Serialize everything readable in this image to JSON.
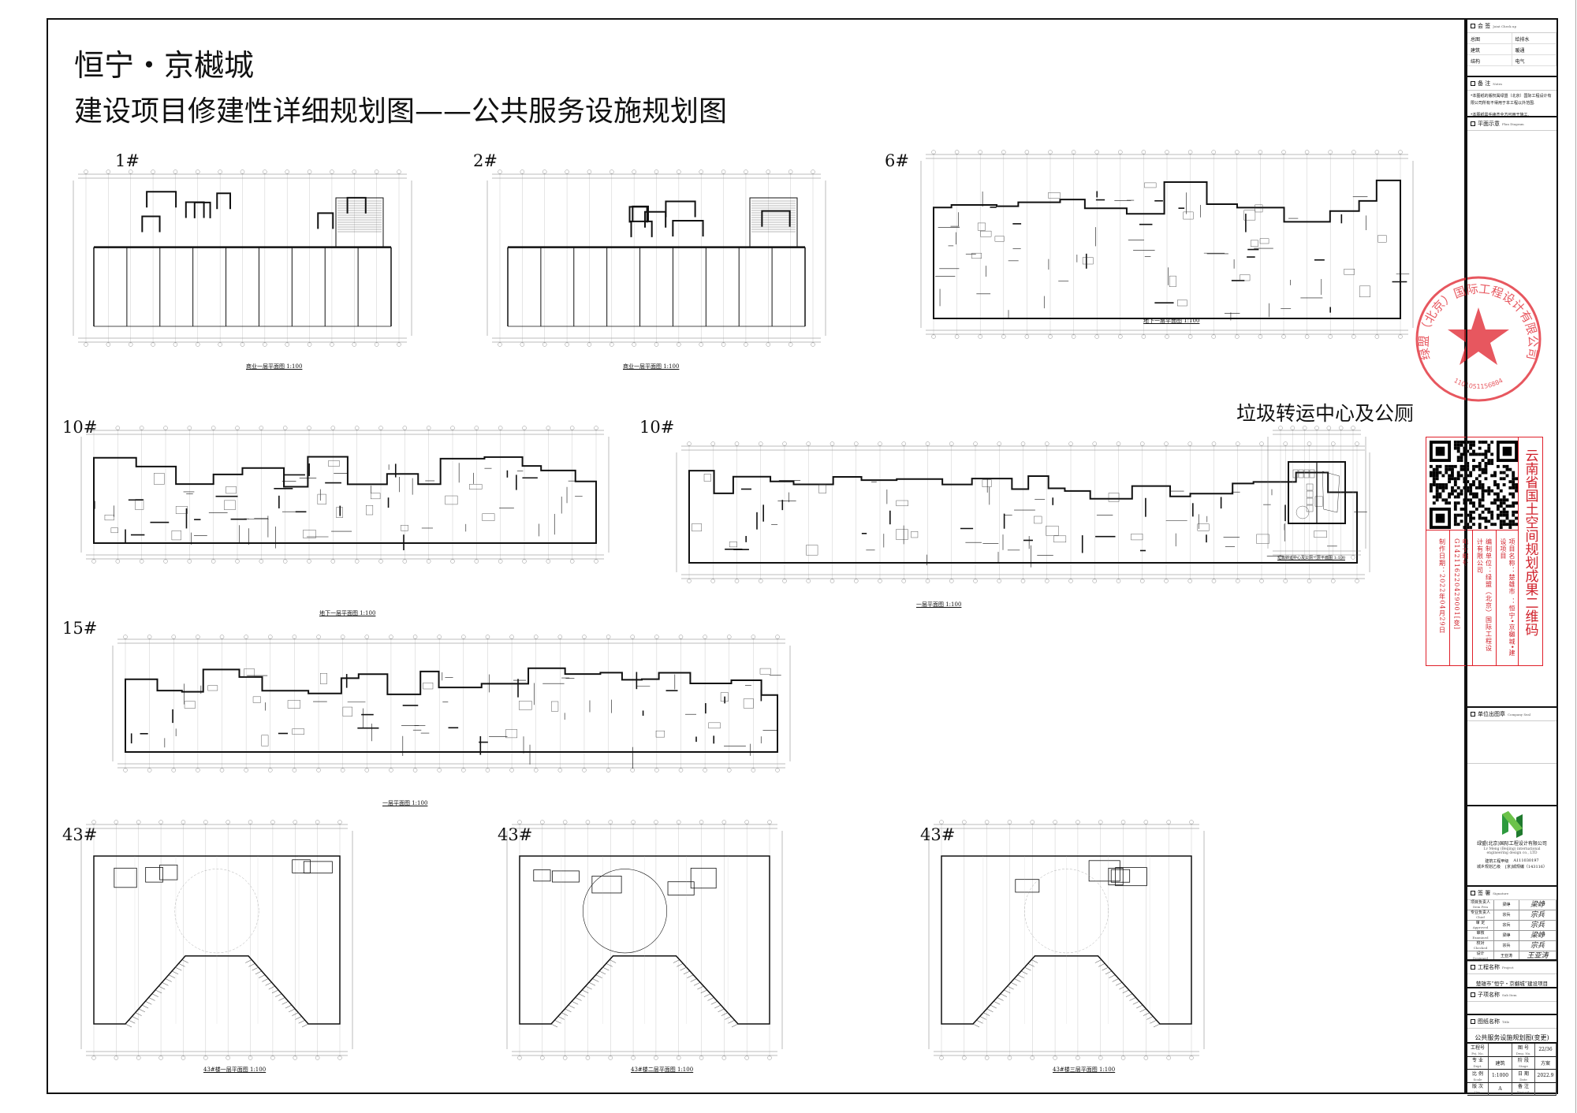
{
  "header": {
    "title_line1": "恒宁・京樾城",
    "title_line2": "建设项目修建性详细规划图——公共服务设施规划图"
  },
  "buildings": [
    {
      "label": "1#",
      "caption": "商业一层平面图 1:100"
    },
    {
      "label": "2#",
      "caption": "商业一层平面图 1:100"
    },
    {
      "label": "6#",
      "caption": "地下一层平面图 1:100"
    },
    {
      "label": "10#",
      "caption": "地下一层平面图 1:100"
    },
    {
      "label": "10#",
      "caption": "一层平面图 1:100"
    },
    {
      "label": "15#",
      "caption": "一层平面图 1:100"
    },
    {
      "label": "43#",
      "caption": "43#楼一层平面图 1:100"
    },
    {
      "label": "43#",
      "caption": "43#楼二层平面图 1:100"
    },
    {
      "label": "43#",
      "caption": "43#楼三层平面图 1:100"
    }
  ],
  "garbage": {
    "label": "垃圾转运中心及公厕",
    "caption": "垃圾转运中心及公厕一层平面图 1:100"
  },
  "qr_panel": {
    "title": "云南省国土空间规划成果二维码",
    "project": "项目名称：楚雄市 ：恒宁•京樾城•建设项目",
    "unit": "编制单位：绿盟（北京）国际工程设计有限公司",
    "code": "电子编号：G142116220429001[变]",
    "date": "制作日期：2022年04月29日"
  },
  "stamp": {
    "text": "绿盟（北京）国际工程设计有限公司",
    "number": "1101051156884"
  },
  "title_block": {
    "countersign": {
      "title": "会 签",
      "en": "Joint Check up",
      "cells": [
        "总图",
        "给排水",
        "建筑",
        "暖通",
        "结构",
        "电气"
      ]
    },
    "notes": {
      "title": "备 注",
      "en": "Notes",
      "lines": [
        "*本图纸的版权属绿盟（北京）国际工程设计有限公司所有不得用于本工程以外范围.",
        "*本图纸需手续齐全方可用于施工."
      ]
    },
    "plan_diagram": {
      "title": "平面示意",
      "en": "Plan Diagram"
    },
    "company_seal": {
      "title": "单位出图章",
      "en": "Company Seal"
    },
    "company": {
      "name_cn": "绿盟(北京)国际工程设计有限公司",
      "name_en": "Lv Meng (Beijing) international engineering design co., LTD",
      "qual1_label": "建筑工程甲级",
      "qual1_value": "A111030197",
      "qual2_label": "城乡规划乙级",
      "qual2_value": "[京]城规编（143116）",
      "logo_color": "#2e9a3e"
    },
    "signature": {
      "title": "签 署",
      "en": "Signature",
      "rows": [
        {
          "role": "项目负责人",
          "role_en": "Item Prin",
          "name": "梁峥",
          "sign": "梁峥"
        },
        {
          "role": "专业负责人",
          "role_en": "Chief",
          "name": "宗兵",
          "sign": "宗兵"
        },
        {
          "role": "审 定",
          "role_en": "Approved",
          "name": "宗兵",
          "sign": "宗兵"
        },
        {
          "role": "审核",
          "role_en": "Examined",
          "name": "梁峥",
          "sign": "梁峥"
        },
        {
          "role": "校对",
          "role_en": "Checked",
          "name": "宗兵",
          "sign": "宗兵"
        },
        {
          "role": "设计",
          "role_en": "Designed",
          "name": "王亚涛",
          "sign": "王亚涛"
        }
      ]
    },
    "project": {
      "title": "工程名称",
      "en": "Project",
      "value": "楚雄市“恒宁・京樾城”建设项目"
    },
    "sub_item": {
      "title": "子项名称",
      "en": "Sub Item",
      "value": ""
    },
    "drawing": {
      "title": "图纸名称",
      "en": "Title",
      "value": "公共服务设施规划图(变更)"
    },
    "table": [
      [
        "工程号",
        "",
        "图 号",
        "22/36"
      ],
      [
        "专 业",
        "建筑",
        "阶 段",
        "方案"
      ],
      [
        "比 例",
        "1:1000",
        "日 期",
        "2022.9"
      ],
      [
        "版 次",
        "A",
        "备 注",
        ""
      ]
    ],
    "table_en": [
      [
        "Prj. No.",
        "Dwg. No."
      ],
      [
        "Dept.",
        "Stage"
      ],
      [
        "Scale",
        "Date"
      ],
      [
        "Ver.",
        "Remark"
      ]
    ]
  },
  "colors": {
    "stamp_red": "#e0202a",
    "line": "#111111"
  }
}
